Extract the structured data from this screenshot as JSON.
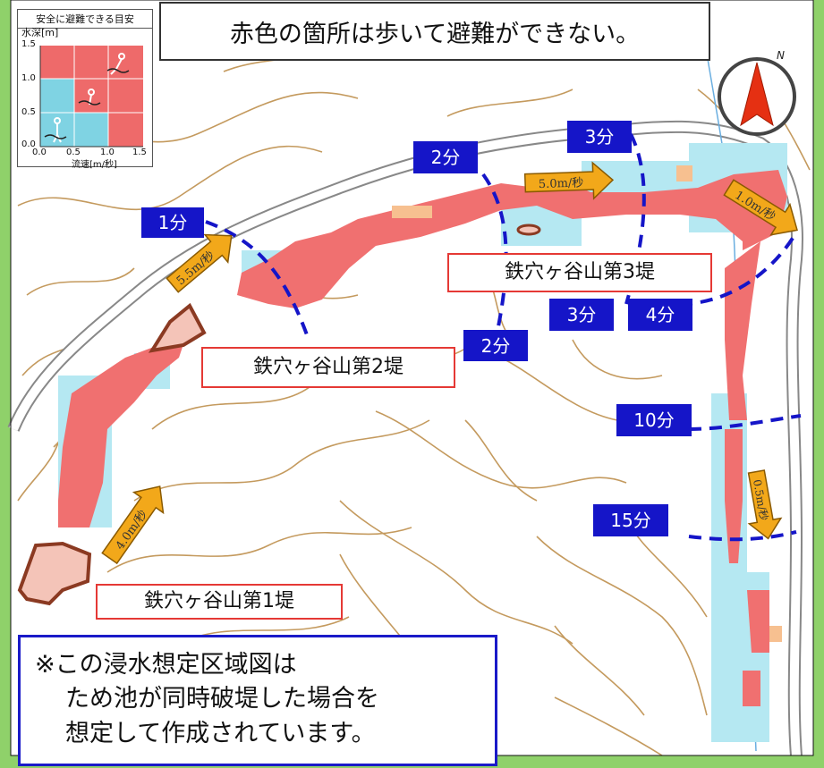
{
  "banner": "赤色の箇所は歩いて避難ができない。",
  "legend": {
    "title": "安全に避難できる目安",
    "y_label": "水深[m]",
    "x_label": "流速[m/秒]",
    "y_ticks": [
      "1.5",
      "1.0",
      "0.5",
      "0.0"
    ],
    "x_ticks": [
      "0.0",
      "0.5",
      "1.0",
      "1.5"
    ],
    "safe_color": "#7fd3e3",
    "danger_color": "#ee6a6a"
  },
  "dams": [
    {
      "label": "鉄穴ヶ谷山第1堤"
    },
    {
      "label": "鉄穴ヶ谷山第2堤"
    },
    {
      "label": "鉄穴ヶ谷山第3堤"
    }
  ],
  "times": [
    "1分",
    "2分",
    "3分",
    "2分",
    "3分",
    "4分",
    "10分",
    "15分"
  ],
  "velocities": [
    "5.5m/秒",
    "5.0m/秒",
    "1.0m/秒",
    "4.0m/秒",
    "0.5m/秒"
  ],
  "note": {
    "line1": "※この浸水想定区域図は",
    "line2": "ため池が同時破堤した場合を",
    "line3": "想定して作成されています。"
  },
  "compass": {
    "label": "N"
  },
  "colors": {
    "frame": "#8fd16a",
    "flood_red": "#f07070",
    "flood_cyan": "#b5e8f2",
    "contour": "#b58a4a",
    "time_box": "#1515c8",
    "arrow": "#f2a81a"
  }
}
